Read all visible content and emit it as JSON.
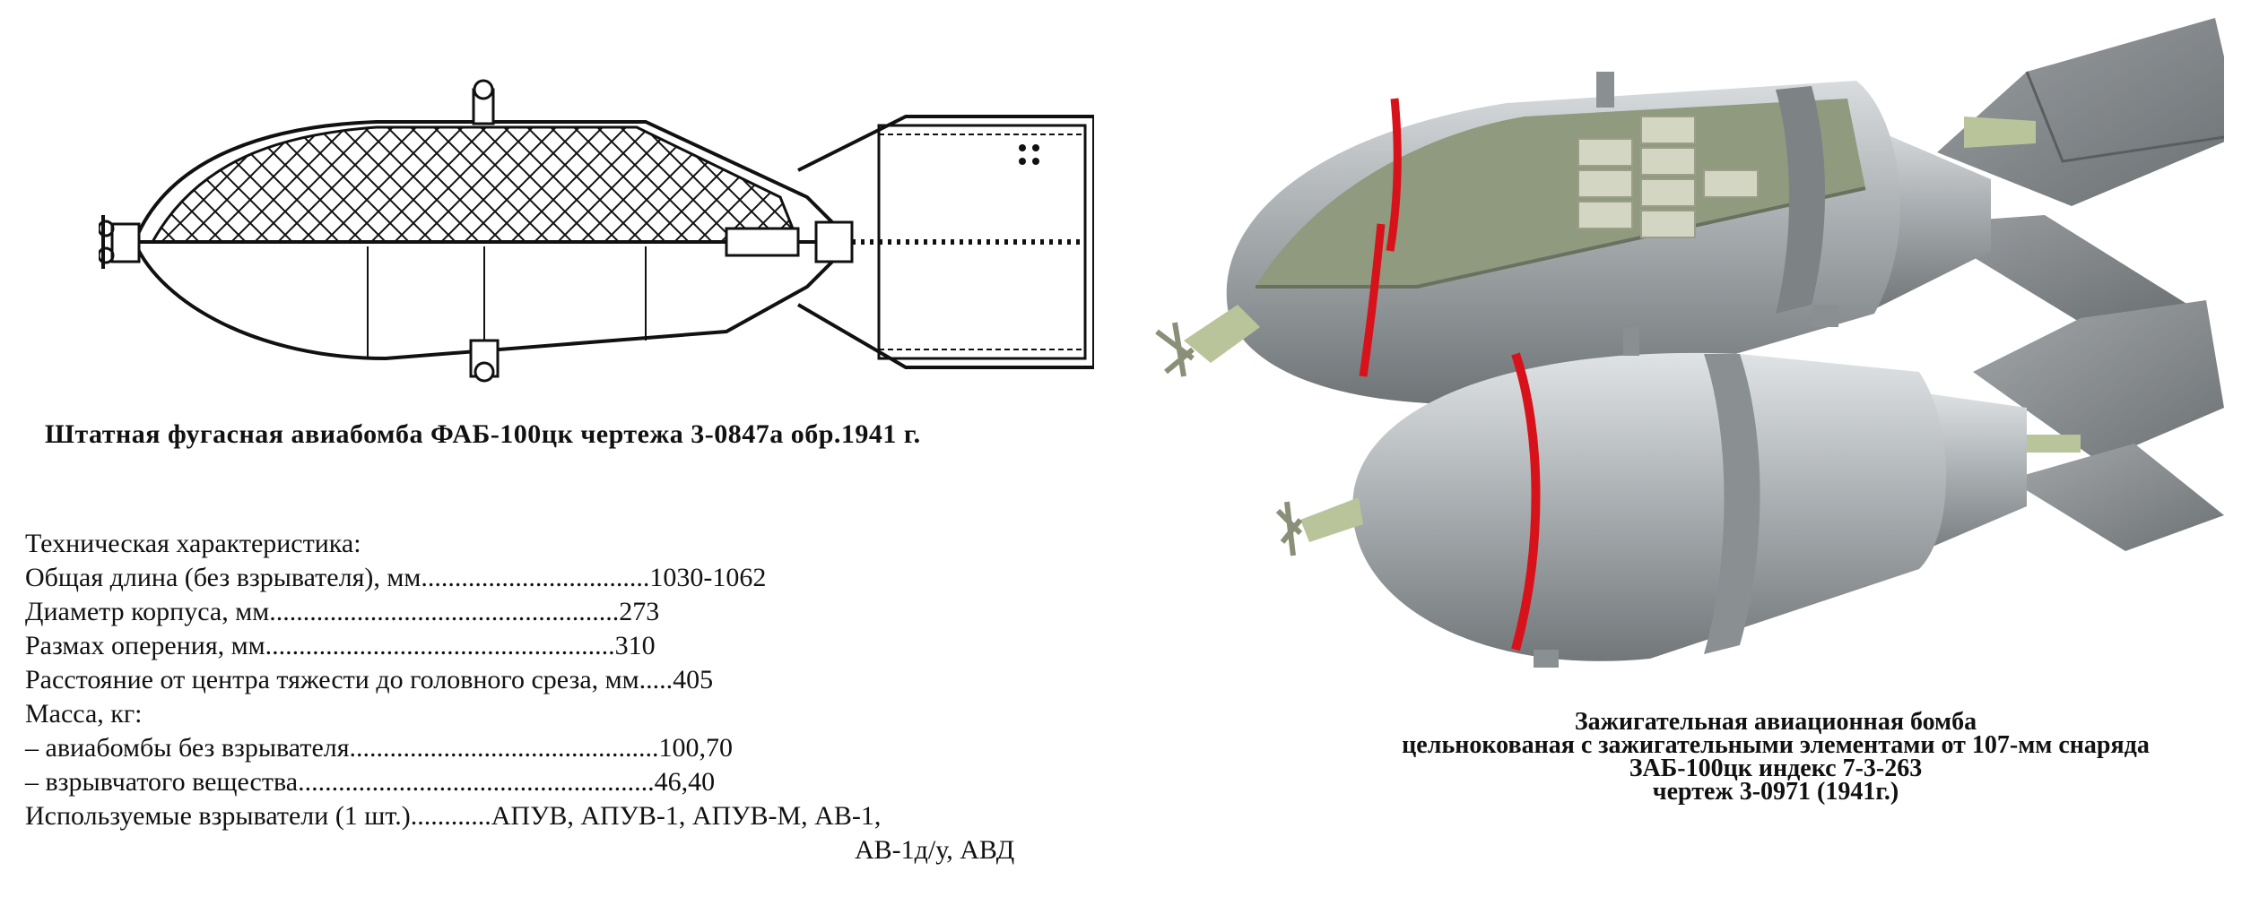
{
  "left_panel": {
    "caption": "Штатная фугасная авиабомба ФАБ-100цк чертежа 3-0847а обр.1941 г.",
    "specs_title": "Техническая характеристика:",
    "specs": [
      {
        "label": "Общая длина (без взрывателя), мм",
        "dots": "..................................",
        "value": "1030-1062"
      },
      {
        "label": "Диаметр корпуса, мм",
        "dots": "....................................................",
        "value": "273"
      },
      {
        "label": "Размах оперения, мм",
        "dots": "....................................................",
        "value": "310"
      },
      {
        "label": "Расстояние от центра тяжести до головного среза, мм",
        "dots": ".....",
        "value": "405"
      },
      {
        "label": "Масса, кг:",
        "dots": "",
        "value": ""
      },
      {
        "label": "– авиабомбы без взрывателя",
        "dots": "..............................................",
        "value": "100,70"
      },
      {
        "label": "– взрывчатого вещества",
        "dots": ".....................................................",
        "value": "46,40"
      },
      {
        "label": "Используемые взрыватели (1 шт.)",
        "dots": "............",
        "value": "АПУВ, АПУВ-1, АПУВ-М, АВ-1,"
      }
    ],
    "specs_continuation": "АВ-1д/у, АВД"
  },
  "right_panel": {
    "caption_lines": [
      "Зажигательная авиационная бомба",
      "цельнокованая с зажигательными элементами от 107-мм снаряда",
      "ЗАБ-100цк индекс 7-3-263",
      "чертеж 3-0971 (1941г.)"
    ]
  },
  "colors": {
    "body_grey": "#9ea3a6",
    "red_band": "#d8121a",
    "filling_green": "#8f9a7e",
    "fuze_green": "#b9c49a"
  }
}
